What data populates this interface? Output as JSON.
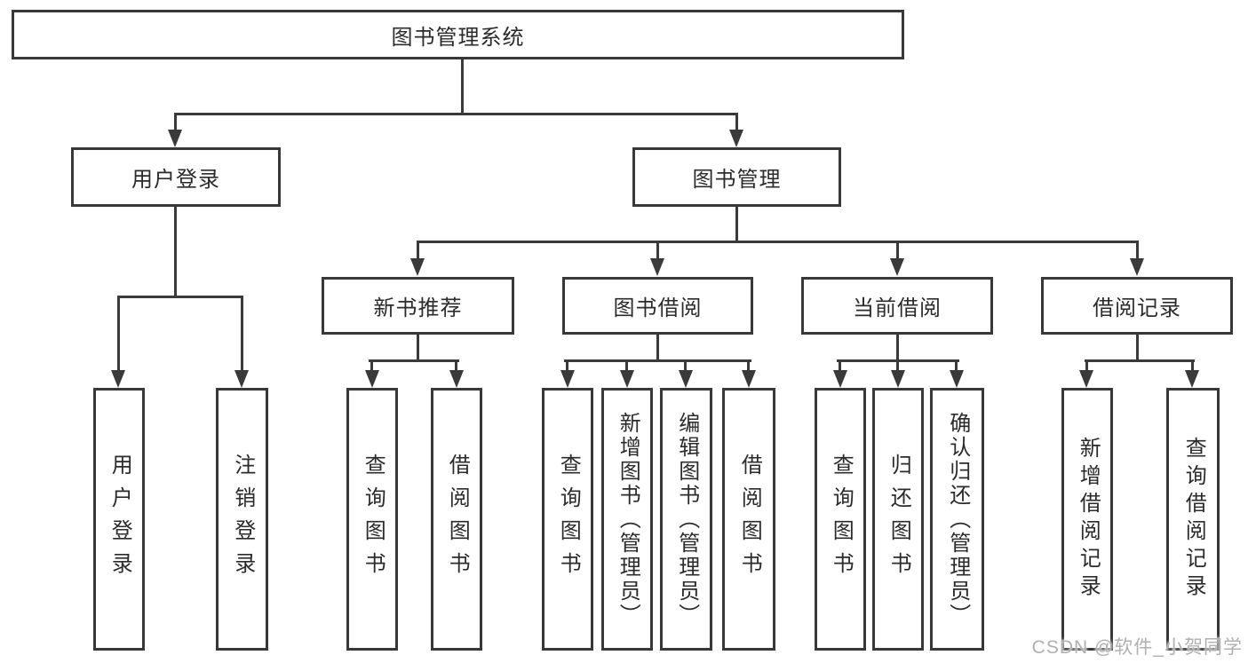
{
  "tree": {
    "root": {
      "label": "图书管理系统",
      "children": [
        {
          "label": "用户登录",
          "children": [
            {
              "label": "用户登录"
            },
            {
              "label": "注销登录"
            }
          ]
        },
        {
          "label": "图书管理",
          "children": [
            {
              "label": "新书推荐",
              "children": [
                {
                  "label": "查询图书"
                },
                {
                  "label": "借阅图书"
                }
              ]
            },
            {
              "label": "图书借阅",
              "children": [
                {
                  "label": "查询图书"
                },
                {
                  "label": "新增图书（管理员）"
                },
                {
                  "label": "编辑图书（管理员）"
                },
                {
                  "label": "借阅图书"
                }
              ]
            },
            {
              "label": "当前借阅",
              "children": [
                {
                  "label": "查询图书"
                },
                {
                  "label": "归还图书"
                },
                {
                  "label": "确认归还（管理员）"
                }
              ]
            },
            {
              "label": "借阅记录",
              "children": [
                {
                  "label": "新增借阅记录"
                },
                {
                  "label": "查询借阅记录"
                }
              ]
            }
          ]
        }
      ]
    }
  },
  "watermark": {
    "text": "CSDN @软件_小贺同学"
  },
  "colors": {
    "line": "#3a3a3a",
    "border": "#383838",
    "text": "#2b2b2b",
    "watermark_text": "#b0b0b0",
    "background": "#ffffff"
  }
}
